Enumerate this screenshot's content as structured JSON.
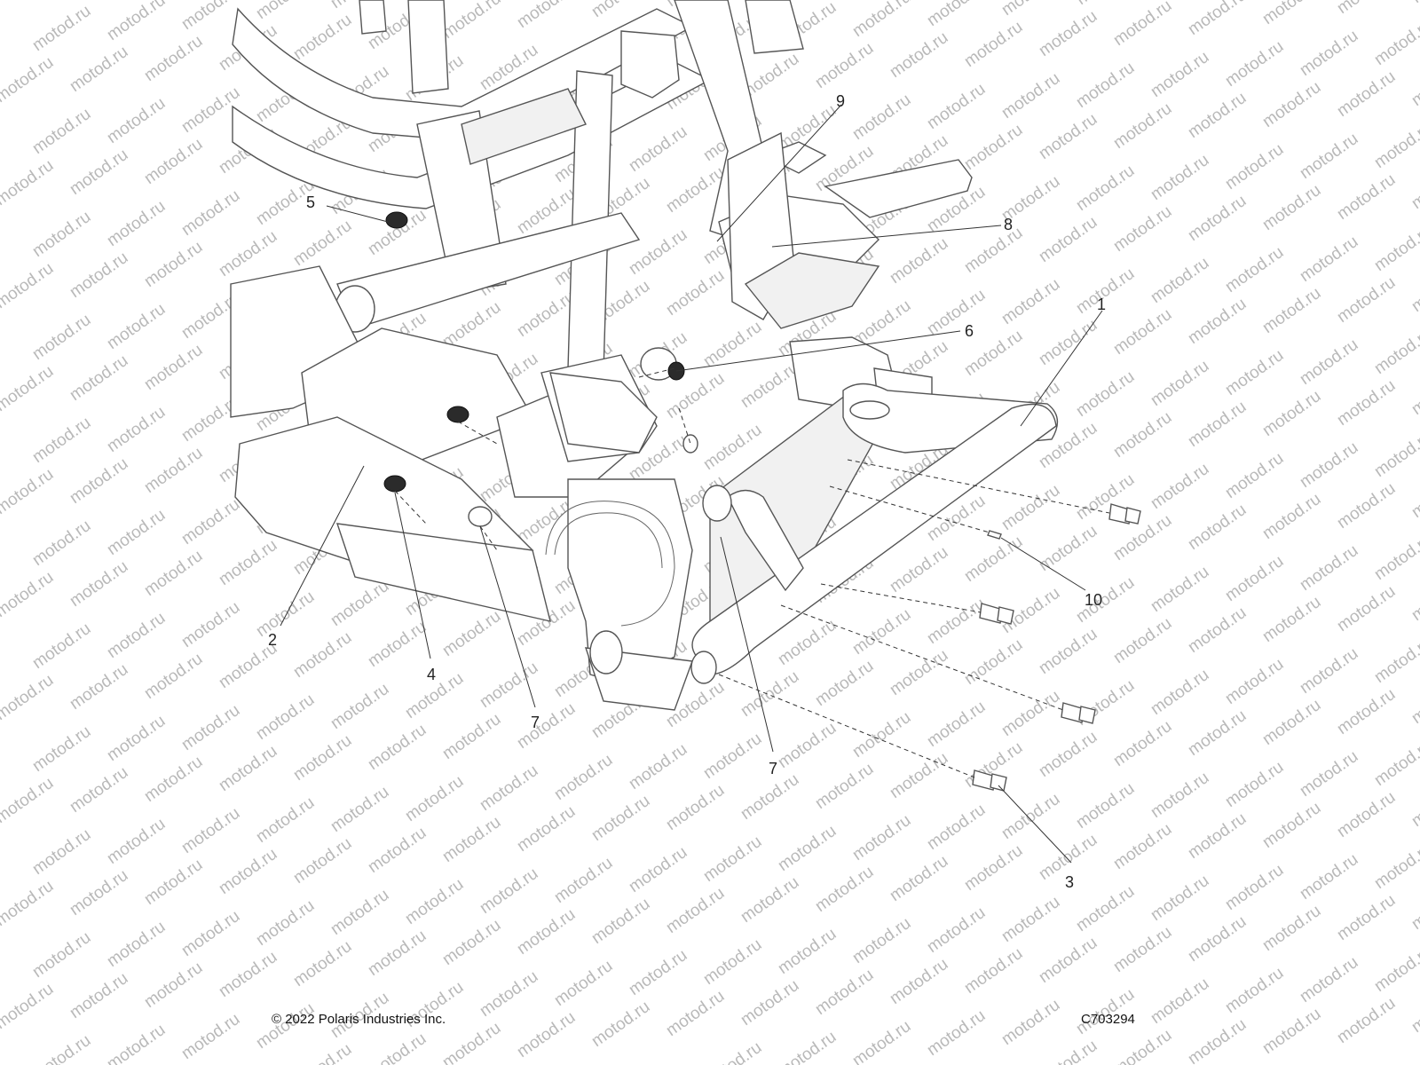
{
  "diagram": {
    "callouts": [
      {
        "id": "c1",
        "label": "1"
      },
      {
        "id": "c2",
        "label": "2"
      },
      {
        "id": "c3",
        "label": "3"
      },
      {
        "id": "c4",
        "label": "4"
      },
      {
        "id": "c5",
        "label": "5"
      },
      {
        "id": "c6",
        "label": "6"
      },
      {
        "id": "c7a",
        "label": "7"
      },
      {
        "id": "c7b",
        "label": "7"
      },
      {
        "id": "c8",
        "label": "8"
      },
      {
        "id": "c9",
        "label": "9"
      },
      {
        "id": "c10",
        "label": "10"
      }
    ],
    "watermark": "motod.ru"
  },
  "footer": {
    "copyright": "© 2022 Polaris Industries Inc.",
    "drawing_id": "C703294"
  }
}
